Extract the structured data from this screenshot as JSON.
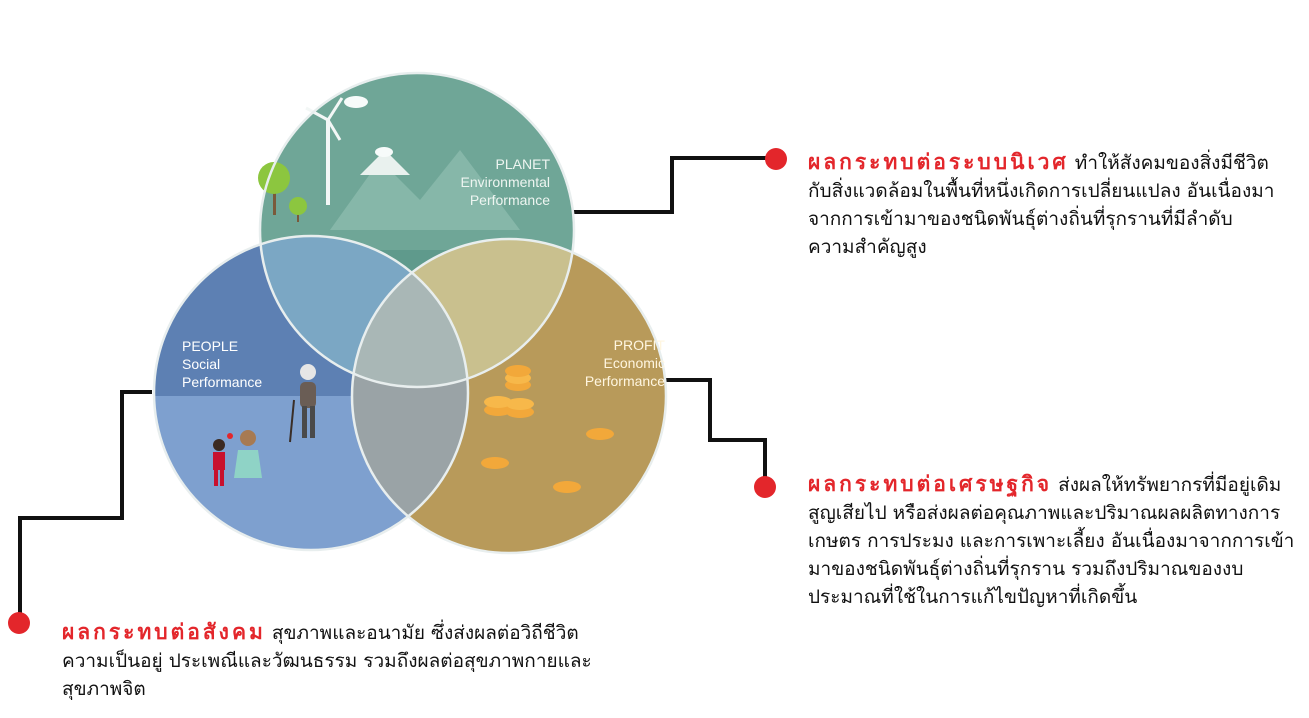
{
  "circles": {
    "planet": {
      "line1": "PLANET",
      "line2": "Environmental",
      "line3": "Performance",
      "color": "#5f9a8c"
    },
    "people": {
      "line1": "PEOPLE",
      "line2": "Social",
      "line3": "Performance",
      "color": "#6a8fbf"
    },
    "profit": {
      "line1": "PROFIT",
      "line2": "Economic",
      "line3": "Performance",
      "color": "#b89a5a"
    }
  },
  "impacts": {
    "ecosystem": {
      "heading": "ผลกระทบต่อระบบนิเวศ",
      "body": "ทำให้สังคมของสิ่งมีชีวิตกับสิ่งแวดล้อมในพื้นที่หนึ่งเกิดการเปลี่ยนแปลง อันเนื่องมาจากการเข้ามาของชนิดพันธุ์ต่างถิ่นที่รุกรานที่มีลำดับความสำคัญสูง"
    },
    "economic": {
      "heading": "ผลกระทบต่อเศรษฐกิจ",
      "body": "ส่งผลให้ทรัพยากรที่มีอยู่เดิมสูญเสียไป หรือส่งผลต่อคุณภาพและปริมาณผลผลิตทางการเกษตร การประมง และการเพาะเลี้ยง อันเนื่องมาจากการเข้ามาของชนิดพันธุ์ต่างถิ่นที่รุกราน รวมถึงปริมาณของงบประมาณที่ใช้ในการแก้ไขปัญหาที่เกิดขึ้น"
    },
    "social": {
      "heading": "ผลกระทบต่อสังคม",
      "body": "สุขภาพและอนามัย ซึ่งส่งผลต่อวิถีชีวิต ความเป็นอยู่ ประเพณีและวัฒนธรรม รวมถึงผลต่อสุขภาพกายและสุขภาพจิต"
    },
    "accent_color": "#e3262b"
  }
}
